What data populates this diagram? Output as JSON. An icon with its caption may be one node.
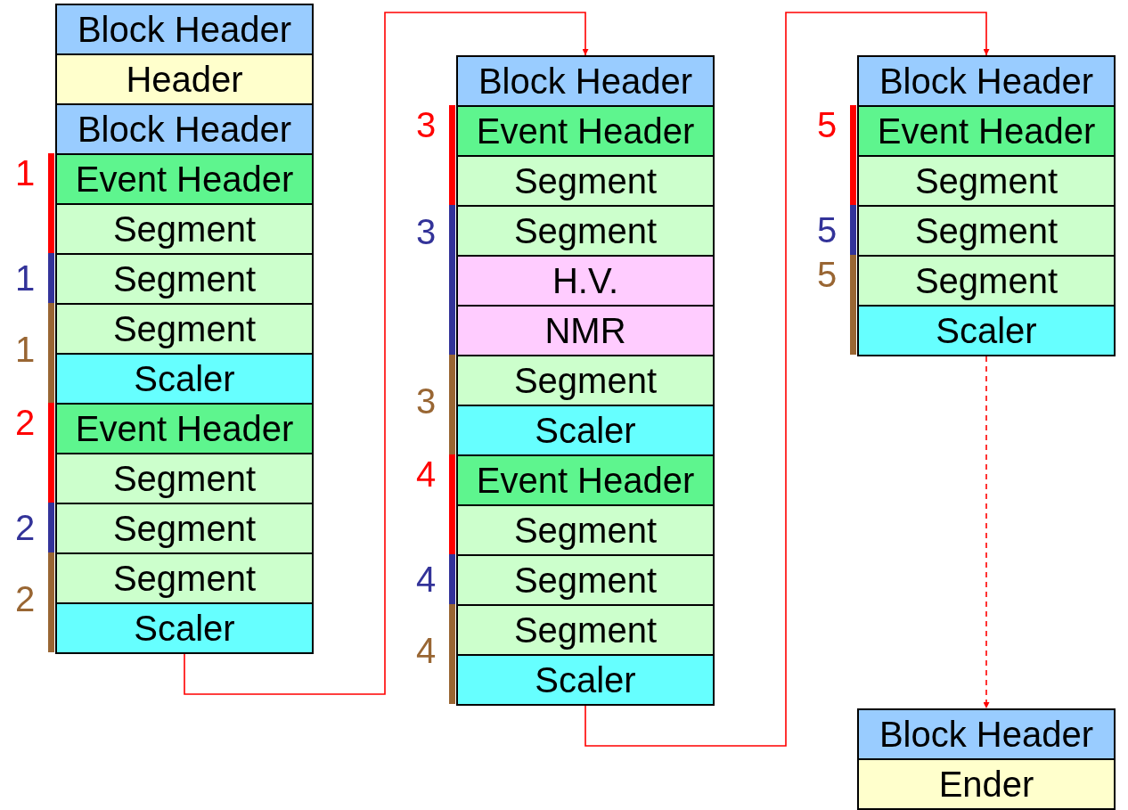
{
  "diagram": {
    "nodes": [
      {
        "text": [
          "Block Header"
        ]
      },
      {
        "text": [
          "Header"
        ]
      },
      {
        "text": [
          "Block Header"
        ]
      },
      {
        "text": [
          "Event Header"
        ]
      },
      {
        "text": [
          "Segment"
        ]
      },
      {
        "text": [
          "Segment"
        ]
      },
      {
        "text": [
          "Segment"
        ]
      },
      {
        "text": [
          "Scaler"
        ]
      },
      {
        "text": [
          "Event Header"
        ]
      },
      {
        "text": [
          "Segment"
        ]
      },
      {
        "text": [
          "Segment"
        ]
      },
      {
        "text": [
          "Segment"
        ]
      },
      {
        "text": [
          "Scaler"
        ]
      },
      {
        "text": [
          "Block Header"
        ]
      },
      {
        "text": [
          "Event Header"
        ]
      },
      {
        "text": [
          "Segment"
        ]
      },
      {
        "text": [
          "Segment"
        ]
      },
      {
        "text": [
          "H.V."
        ]
      },
      {
        "text": [
          "NMR"
        ]
      },
      {
        "text": [
          "Segment"
        ]
      },
      {
        "text": [
          "Scaler"
        ]
      },
      {
        "text": [
          "Event Header"
        ]
      },
      {
        "text": [
          "Segment"
        ]
      },
      {
        "text": [
          "Segment"
        ]
      },
      {
        "text": [
          "Segment"
        ]
      },
      {
        "text": [
          "Scaler"
        ]
      },
      {
        "text": [
          "Block Header"
        ]
      },
      {
        "text": [
          "Event Header"
        ]
      },
      {
        "text": [
          "Segment"
        ]
      },
      {
        "text": [
          "Segment"
        ]
      },
      {
        "text": [
          "Segment"
        ]
      },
      {
        "text": [
          "Scaler"
        ]
      },
      {
        "text": [
          "Block Header"
        ]
      },
      {
        "text": [
          "Ender"
        ]
      }
    ],
    "edges": [
      {
        "from": 12,
        "to": 13,
        "arrow": "to"
      },
      {
        "from": 25,
        "to": 26,
        "arrow": "to"
      },
      {
        "from": 31,
        "to": 32,
        "arrow": "to",
        "style": "dashed"
      }
    ],
    "labels": [
      "1",
      "1",
      "1",
      "2",
      "2",
      "2",
      "3",
      "3",
      "3",
      "4",
      "4",
      "4",
      "5",
      "5",
      "5"
    ]
  }
}
